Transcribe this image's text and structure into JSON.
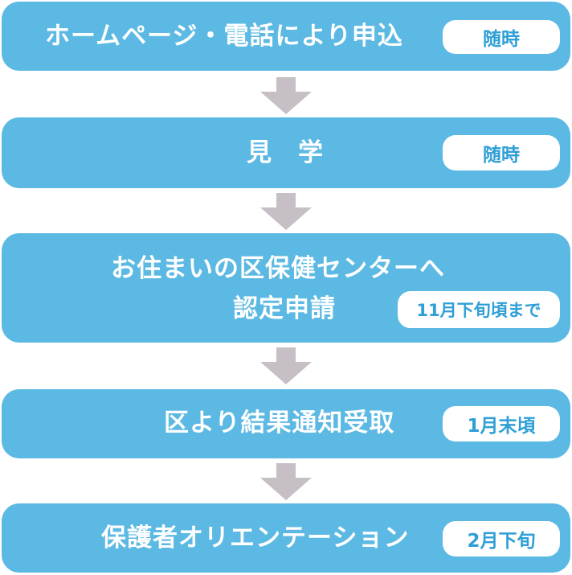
{
  "steps": [
    {
      "title": "ホームページ・電話により申込",
      "timing": "随時"
    },
    {
      "title": "見　学",
      "timing": "随時"
    },
    {
      "title_line1": "お住まいの区保健センターへ",
      "title_line2": "認定申請",
      "timing": "11月下旬頃まで"
    },
    {
      "title": "区より結果通知受取",
      "timing": "1月末頃"
    },
    {
      "title": "保護者オリエンテーション",
      "timing": "2月下旬"
    }
  ],
  "colors": {
    "box": "#5cb9e3",
    "badge_text": "#2f9fd6",
    "arrow": "#c6bfc5"
  }
}
